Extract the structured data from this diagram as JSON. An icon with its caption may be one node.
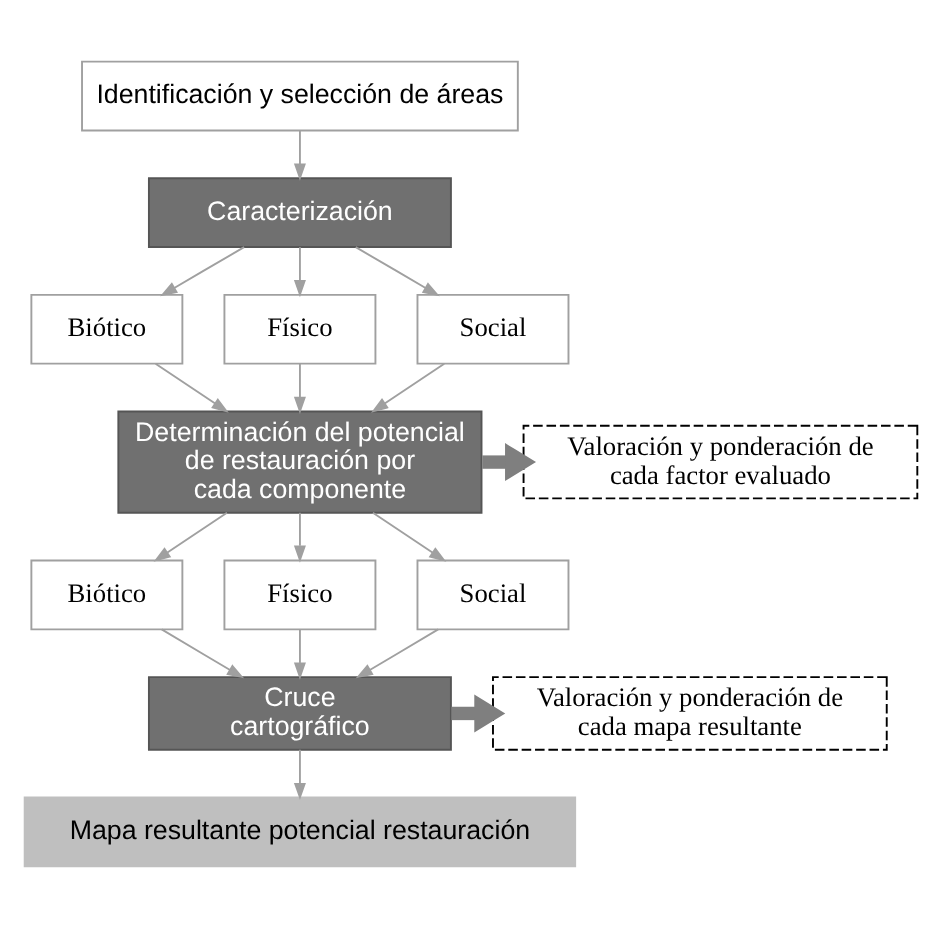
{
  "diagram": {
    "nodes": [
      {
        "text": [
          "Identificación y selección de áreas"
        ]
      },
      {
        "text": [
          "Caracterización"
        ]
      },
      {
        "text": [
          "Biótico"
        ]
      },
      {
        "text": [
          "Físico"
        ]
      },
      {
        "text": [
          "Social"
        ]
      },
      {
        "text": [
          "Determinación del potencial de restauración por cada componente"
        ]
      },
      {
        "text": [
          "Valoración y ponderación de cada factor evaluado"
        ]
      },
      {
        "text": [
          "Biótico"
        ]
      },
      {
        "text": [
          "Físico"
        ]
      },
      {
        "text": [
          "Social"
        ]
      },
      {
        "text": [
          "Cruce cartográfico"
        ]
      },
      {
        "text": [
          "Valoración y ponderación de cada mapa resultante"
        ]
      },
      {
        "text": [
          "Mapa resultante potencial restauración"
        ]
      }
    ],
    "edges": [
      {
        "from": 0,
        "to": 1,
        "arrow": "to"
      },
      {
        "from": 1,
        "to": 2,
        "arrow": "to"
      },
      {
        "from": 1,
        "to": 3,
        "arrow": "to"
      },
      {
        "from": 1,
        "to": 4,
        "arrow": "to"
      },
      {
        "from": 2,
        "to": 5,
        "arrow": "to"
      },
      {
        "from": 3,
        "to": 5,
        "arrow": "to"
      },
      {
        "from": 4,
        "to": 5,
        "arrow": "to"
      },
      {
        "from": 5,
        "to": 6,
        "arrow": "to",
        "style": "thick",
        "color": "#7f7f7f"
      },
      {
        "from": 5,
        "to": 7,
        "arrow": "to"
      },
      {
        "from": 5,
        "to": 8,
        "arrow": "to"
      },
      {
        "from": 5,
        "to": 9,
        "arrow": "to"
      },
      {
        "from": 7,
        "to": 10,
        "arrow": "to"
      },
      {
        "from": 8,
        "to": 10,
        "arrow": "to"
      },
      {
        "from": 9,
        "to": 10,
        "arrow": "to"
      },
      {
        "from": 10,
        "to": 11,
        "arrow": "to",
        "style": "thick",
        "color": "#7f7f7f"
      },
      {
        "from": 10,
        "to": 12,
        "arrow": "to"
      }
    ]
  }
}
